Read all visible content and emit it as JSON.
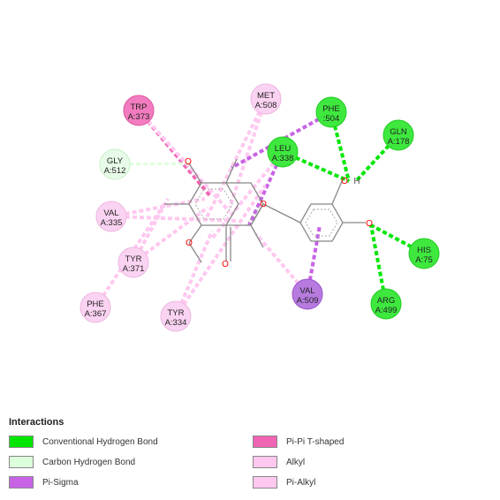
{
  "diagram": {
    "residues": [
      {
        "id": "trp373",
        "line1": "TRP",
        "line2": "A:373",
        "type": "pipi"
      },
      {
        "id": "met508",
        "line1": "MET",
        "line2": "A:508",
        "type": "alkyl"
      },
      {
        "id": "phe504",
        "line1": "PHE",
        "line2": ":504",
        "type": "hbond"
      },
      {
        "id": "gln178",
        "line1": "GLN",
        "line2": "A:178",
        "type": "hbond"
      },
      {
        "id": "gly512",
        "line1": "GLY",
        "line2": "A:512",
        "type": "chbond"
      },
      {
        "id": "leu338",
        "line1": "LEU",
        "line2": "A:338",
        "type": "hbond"
      },
      {
        "id": "val335",
        "line1": "VAL",
        "line2": "A:335",
        "type": "alkyl"
      },
      {
        "id": "tyr371",
        "line1": "TYR",
        "line2": "A:371",
        "type": "alkyl"
      },
      {
        "id": "his75",
        "line1": "HIS",
        "line2": "A:75",
        "type": "hbond"
      },
      {
        "id": "phe367",
        "line1": "PHE",
        "line2": "A:367",
        "type": "alkyl"
      },
      {
        "id": "val509",
        "line1": "VAL",
        "line2": "A:509",
        "type": "pisigma"
      },
      {
        "id": "arg499",
        "line1": "ARG",
        "line2": "A:499",
        "type": "hbond"
      },
      {
        "id": "tyr334",
        "line1": "TYR",
        "line2": "A:334",
        "type": "alkyl"
      }
    ],
    "atoms": {
      "oxygen": "O",
      "hydrogen": "H"
    }
  },
  "legend": {
    "title": "Interactions",
    "items": [
      {
        "label": "Conventional Hydrogen Bond",
        "color": "#00e600"
      },
      {
        "label": "Carbon Hydrogen Bond",
        "color": "#dcffdc"
      },
      {
        "label": "Pi-Sigma",
        "color": "#c863e6"
      },
      {
        "label": "Pi-Pi T-shaped",
        "color": "#f064b4"
      },
      {
        "label": "Alkyl",
        "color": "#ffc8f0"
      },
      {
        "label": "Pi-Alkyl",
        "color": "#ffc8f0"
      }
    ]
  },
  "colors": {
    "hbond": "#00e600",
    "chbond": "#dcffdc",
    "pisigma": "#c863e6",
    "pipi": "#f064b4",
    "alkyl": "#ffc8f0",
    "bond": "#888888",
    "oxygen": "#ff0000"
  }
}
